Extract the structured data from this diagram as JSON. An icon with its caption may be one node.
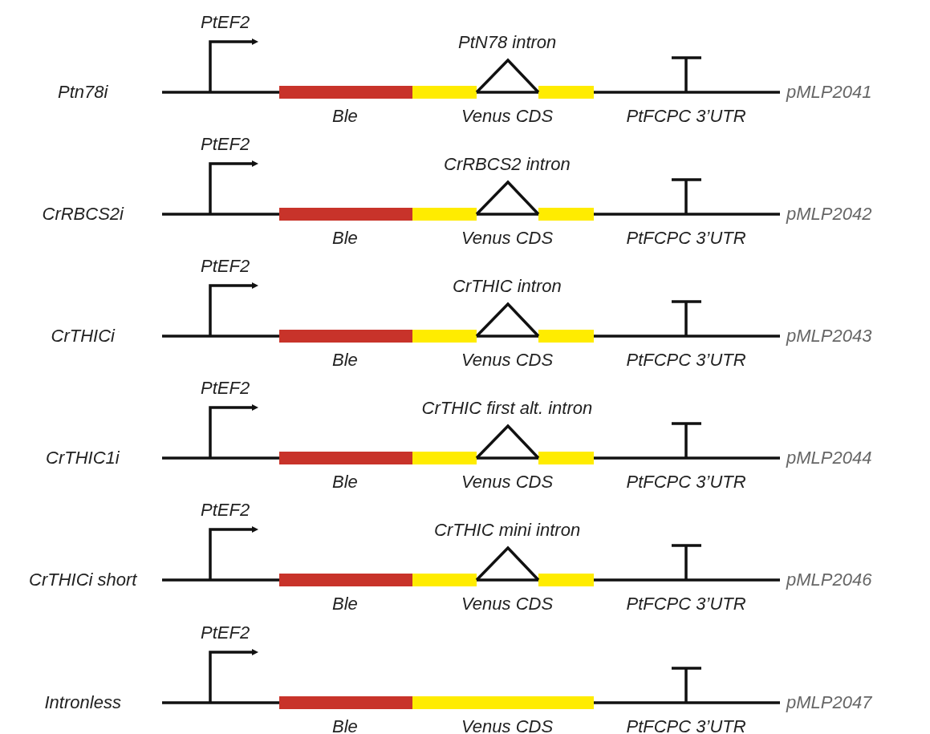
{
  "diagram": {
    "labels": [
      "PtEF2",
      "PtN78 intron",
      "Ptn78i",
      "pMLP2041",
      "Ble",
      "Venus CDS",
      "PtFCPC 3’UTR",
      "PtEF2",
      "CrRBCS2 intron",
      "CrRBCS2i",
      "pMLP2042",
      "Ble",
      "Venus CDS",
      "PtFCPC 3’UTR",
      "PtEF2",
      "CrTHIC intron",
      "CrTHICi",
      "pMLP2043",
      "Ble",
      "Venus CDS",
      "PtFCPC 3’UTR",
      "PtEF2",
      "CrTHIC first alt. intron",
      "CrTHIC1i",
      "pMLP2044",
      "Ble",
      "Venus CDS",
      "PtFCPC 3’UTR",
      "PtEF2",
      "CrTHIC mini intron",
      "CrTHICi short",
      "pMLP2046",
      "Ble",
      "Venus CDS",
      "PtFCPC 3’UTR",
      "PtEF2",
      "Intronless",
      "pMLP2047",
      "Ble",
      "Venus CDS",
      "PtFCPC 3’UTR"
    ]
  }
}
